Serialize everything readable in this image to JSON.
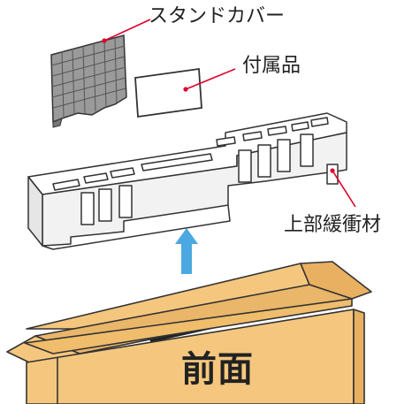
{
  "labels": {
    "stand_cover": "スタンドカバー",
    "accessories": "付属品",
    "top_cushion": "上部緩衝材",
    "box_front": "前面"
  },
  "colors": {
    "leader_line": "#e0002b",
    "arrow": "#4ba8e0",
    "cardboard": "#f5c77e",
    "cardboard_shade": "#e8b060",
    "outline": "#333333"
  }
}
